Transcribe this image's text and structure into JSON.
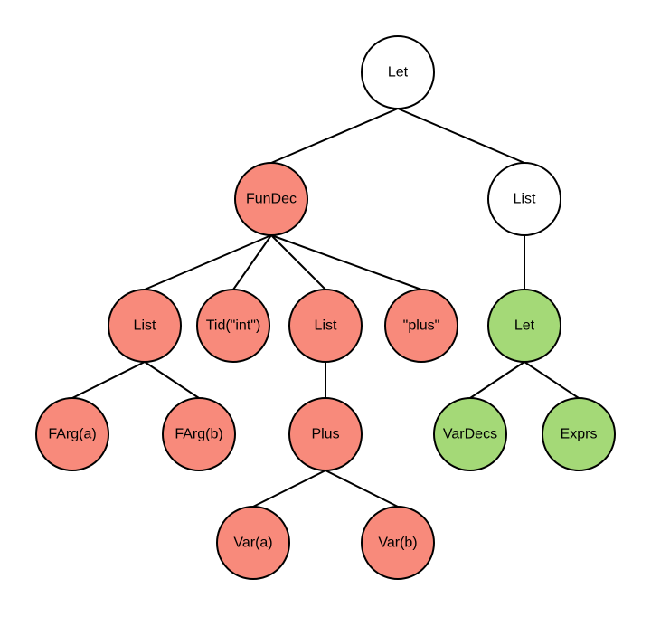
{
  "colors": {
    "white": "#ffffff",
    "red": "#f88a7b",
    "green": "#a4d977"
  },
  "nodes": [
    {
      "id": "let-root",
      "label": "Let",
      "fill": "white"
    },
    {
      "id": "fundec",
      "label": "FunDec",
      "fill": "red"
    },
    {
      "id": "list-right",
      "label": "List",
      "fill": "white"
    },
    {
      "id": "list-args",
      "label": "List",
      "fill": "red"
    },
    {
      "id": "tid-int",
      "label": "Tid(\"int\")",
      "fill": "red"
    },
    {
      "id": "list-body",
      "label": "List",
      "fill": "red"
    },
    {
      "id": "plus-name",
      "label": "\"plus\"",
      "fill": "red"
    },
    {
      "id": "let-inner",
      "label": "Let",
      "fill": "green"
    },
    {
      "id": "farg-a",
      "label": "FArg(a)",
      "fill": "red"
    },
    {
      "id": "farg-b",
      "label": "FArg(b)",
      "fill": "red"
    },
    {
      "id": "plus",
      "label": "Plus",
      "fill": "red"
    },
    {
      "id": "vardecs",
      "label": "VarDecs",
      "fill": "green"
    },
    {
      "id": "exprs",
      "label": "Exprs",
      "fill": "green"
    },
    {
      "id": "var-a",
      "label": "Var(a)",
      "fill": "red"
    },
    {
      "id": "var-b",
      "label": "Var(b)",
      "fill": "red"
    }
  ],
  "edges": [
    [
      "let-root",
      "fundec"
    ],
    [
      "let-root",
      "list-right"
    ],
    [
      "fundec",
      "list-args"
    ],
    [
      "fundec",
      "tid-int"
    ],
    [
      "fundec",
      "list-body"
    ],
    [
      "fundec",
      "plus-name"
    ],
    [
      "list-right",
      "let-inner"
    ],
    [
      "list-args",
      "farg-a"
    ],
    [
      "list-args",
      "farg-b"
    ],
    [
      "list-body",
      "plus"
    ],
    [
      "let-inner",
      "vardecs"
    ],
    [
      "let-inner",
      "exprs"
    ],
    [
      "plus",
      "var-a"
    ],
    [
      "plus",
      "var-b"
    ]
  ]
}
